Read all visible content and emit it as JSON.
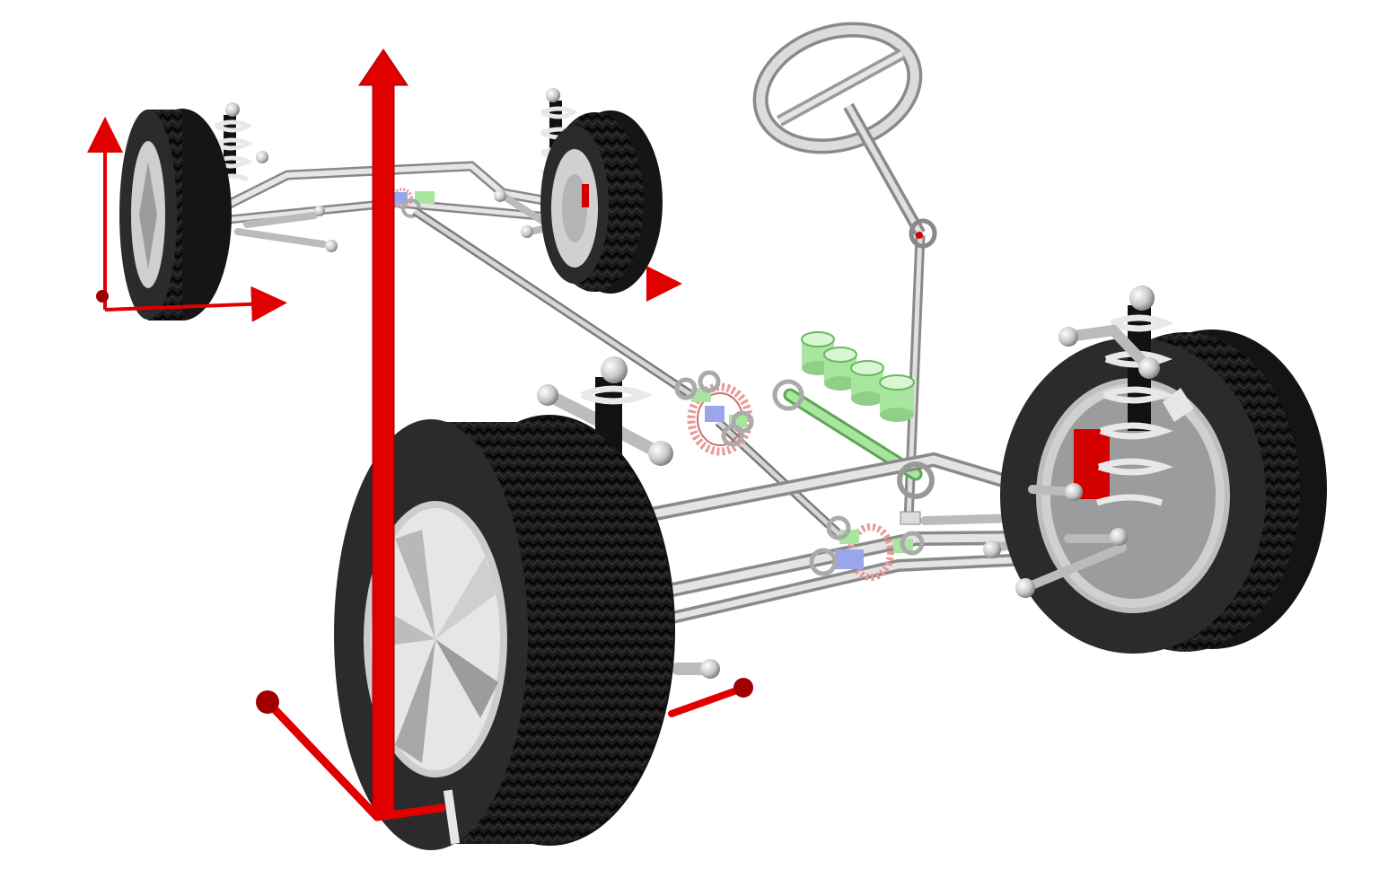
{
  "caption": "",
  "colors": {
    "background": "#ffffff",
    "tire": "#1c1c1c",
    "tire_side": "#2b2b2b",
    "tread_mark": "#0a0a0a",
    "rim": "#d0d0d0",
    "rim_shade": "#9c9c9c",
    "metal": "#c8c8c8",
    "metal_dark": "#8a8a8a",
    "axis_red": "#e00000",
    "gear_pink": "#e89a9a",
    "shaft_green": "#a8e6a0",
    "shaft_blue": "#9aa6e8",
    "spring_white": "#e8e8e8",
    "damper_black": "#111111",
    "knuckle_red": "#d40000"
  },
  "components": {
    "wheels": [
      "front-left-wheel",
      "front-right-wheel",
      "rear-left-wheel",
      "rear-right-wheel"
    ],
    "axes": [
      "vertical-axis-arrow",
      "rear-axis-frame",
      "front-axis-frame"
    ],
    "parts": [
      "steering-wheel",
      "steering-column",
      "drive-shaft",
      "differential-gear",
      "front-gearbox",
      "rear-gearbox",
      "piston-cylinders",
      "suspension-arms",
      "coil-springs",
      "dampers"
    ]
  }
}
